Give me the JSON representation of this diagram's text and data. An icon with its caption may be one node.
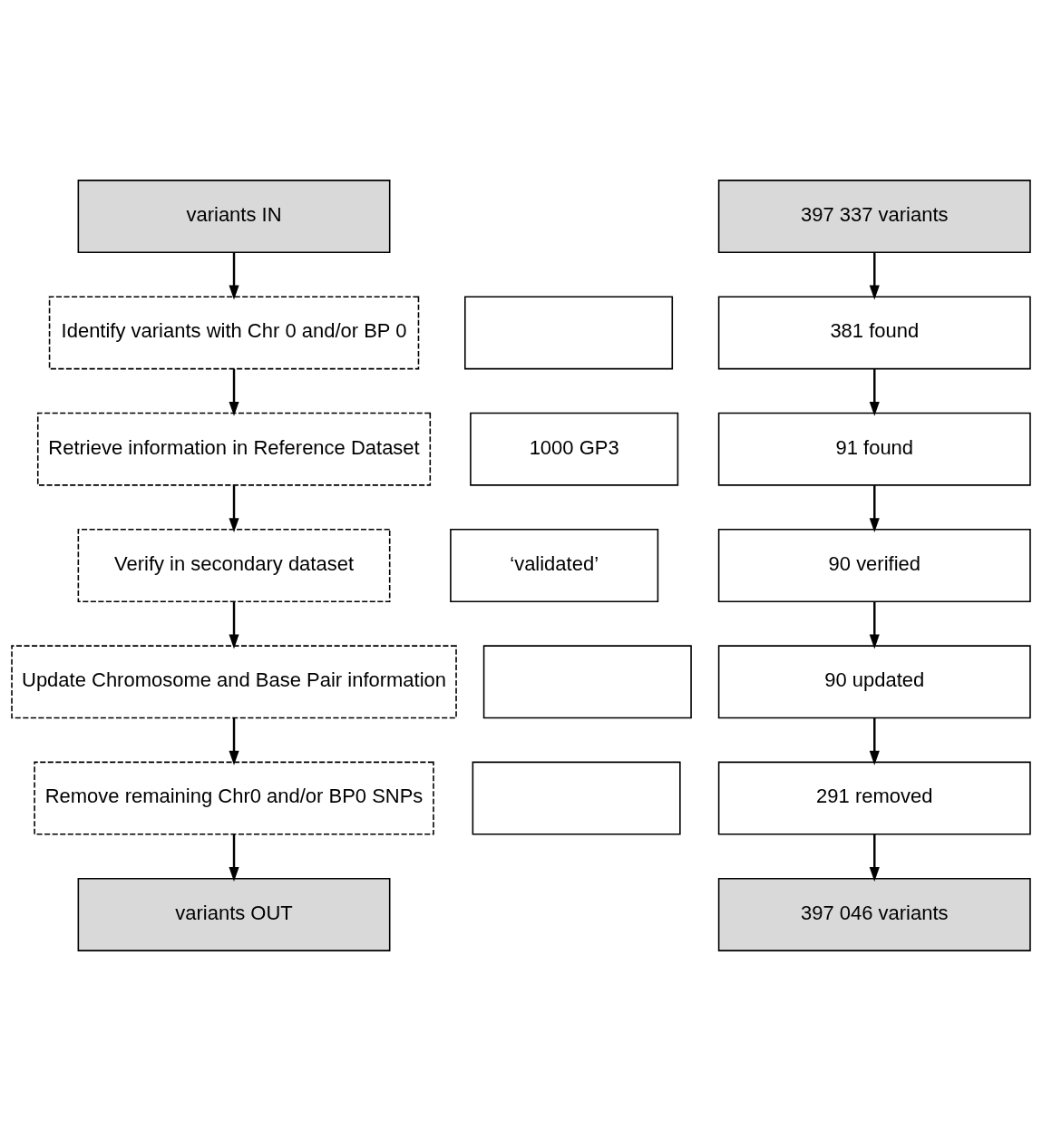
{
  "diagram": {
    "nodes": [
      {
        "text": [
          "variants IN"
        ]
      },
      {
        "text": [
          "Identify variants with Chr 0 and/or BP 0"
        ]
      },
      {
        "text": [
          "Retrieve information in Reference Dataset"
        ]
      },
      {
        "text": [
          "Verify in secondary dataset"
        ]
      },
      {
        "text": [
          "Update Chromosome and Base Pair information"
        ]
      },
      {
        "text": [
          "Remove remaining Chr0 and/or BP0 SNPs"
        ]
      },
      {
        "text": [
          "variants OUT"
        ]
      },
      {
        "text": [],
        "shape": "box"
      },
      {
        "text": [
          "1000 GP3"
        ]
      },
      {
        "text": [
          "‘validated’"
        ]
      },
      {
        "text": [],
        "shape": "box"
      },
      {
        "text": [],
        "shape": "box"
      },
      {
        "text": [
          "397 337 variants"
        ]
      },
      {
        "text": [
          "381 found"
        ]
      },
      {
        "text": [
          "91 found"
        ]
      },
      {
        "text": [
          "90 verified"
        ]
      },
      {
        "text": [
          "90 updated"
        ]
      },
      {
        "text": [
          "291 removed"
        ]
      },
      {
        "text": [
          "397 046 variants"
        ]
      }
    ],
    "edges": [
      {
        "from": 0,
        "to": 1,
        "arrow": "to"
      },
      {
        "from": 1,
        "to": 2,
        "arrow": "to"
      },
      {
        "from": 2,
        "to": 3,
        "arrow": "to"
      },
      {
        "from": 3,
        "to": 4,
        "arrow": "to"
      },
      {
        "from": 4,
        "to": 5,
        "arrow": "to"
      },
      {
        "from": 5,
        "to": 6,
        "arrow": "to"
      },
      {
        "from": 12,
        "to": 13,
        "arrow": "to"
      },
      {
        "from": 13,
        "to": 14,
        "arrow": "to"
      },
      {
        "from": 14,
        "to": 15,
        "arrow": "to"
      },
      {
        "from": 15,
        "to": 16,
        "arrow": "to"
      },
      {
        "from": 16,
        "to": 17,
        "arrow": "to"
      },
      {
        "from": 17,
        "to": 18,
        "arrow": "to"
      }
    ]
  }
}
